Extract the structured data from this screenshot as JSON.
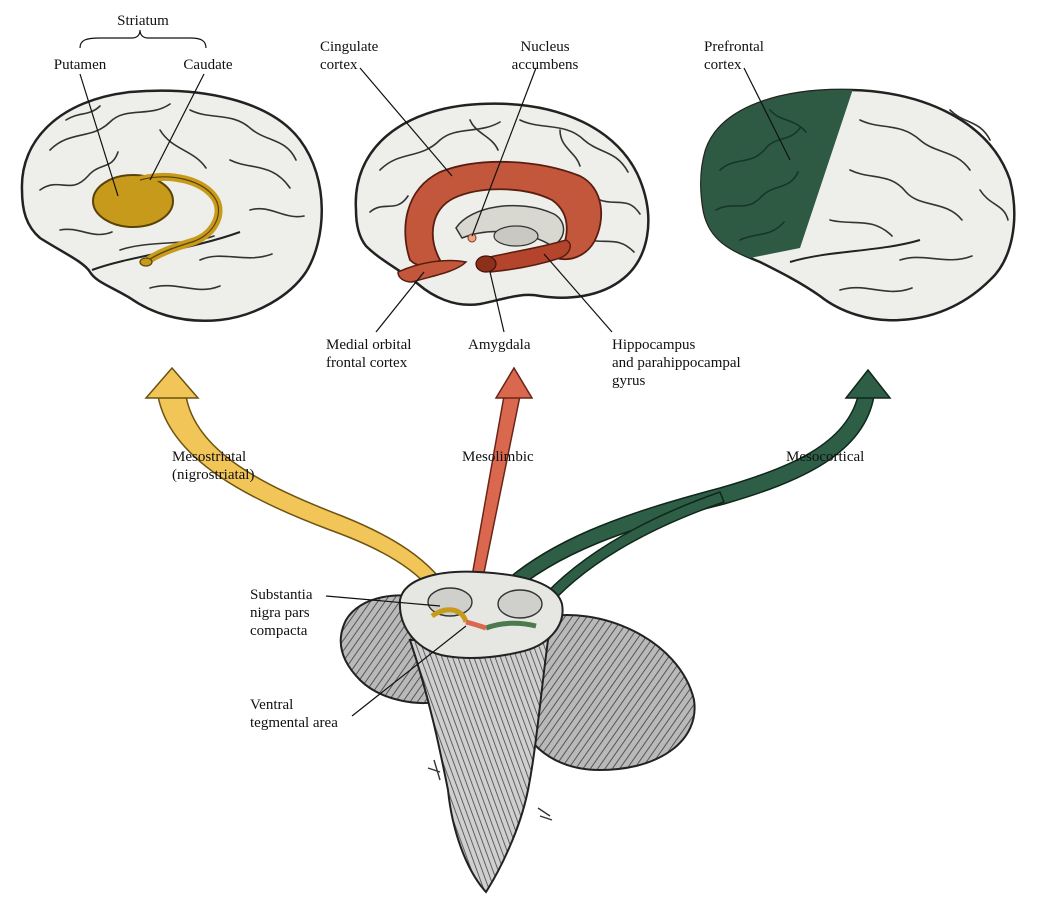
{
  "colors": {
    "striatal": "#f2c559",
    "limbic": "#d9684f",
    "cortical": "#2f5e47",
    "caudate_fill": "#c79a1c",
    "limbic_region": "#c2573c",
    "prefrontal_region": "#2e5a43",
    "brain_fill": "#eeeeea",
    "outline": "#222222"
  },
  "labels": {
    "striatum": "Striatum",
    "putamen": "Putamen",
    "caudate": "Caudate",
    "cingulate": "Cingulate\ncortex",
    "nucleus_accumbens": "Nucleus\naccumbens",
    "prefrontal": "Prefrontal\ncortex",
    "medial_orbital": "Medial orbital\nfrontal cortex",
    "amygdala": "Amygdala",
    "hippocampus": "Hippocampus\nand parahippocampal\ngyrus",
    "mesostriatal": "Mesostriatal\n(nigrostriatal)",
    "mesolimbic": "Mesolimbic",
    "mesocortical": "Mesocortical",
    "substantia_nigra": "Substantia\nnigra pars\ncompacta",
    "vta": "Ventral\ntegmental area"
  },
  "icons": {
    "striatum_brain": "lateral-brain-striatum-icon",
    "medial_brain": "medial-brain-limbic-icon",
    "prefrontal_brain": "lateral-brain-prefrontal-icon",
    "brainstem": "brainstem-midbrain-icon"
  }
}
